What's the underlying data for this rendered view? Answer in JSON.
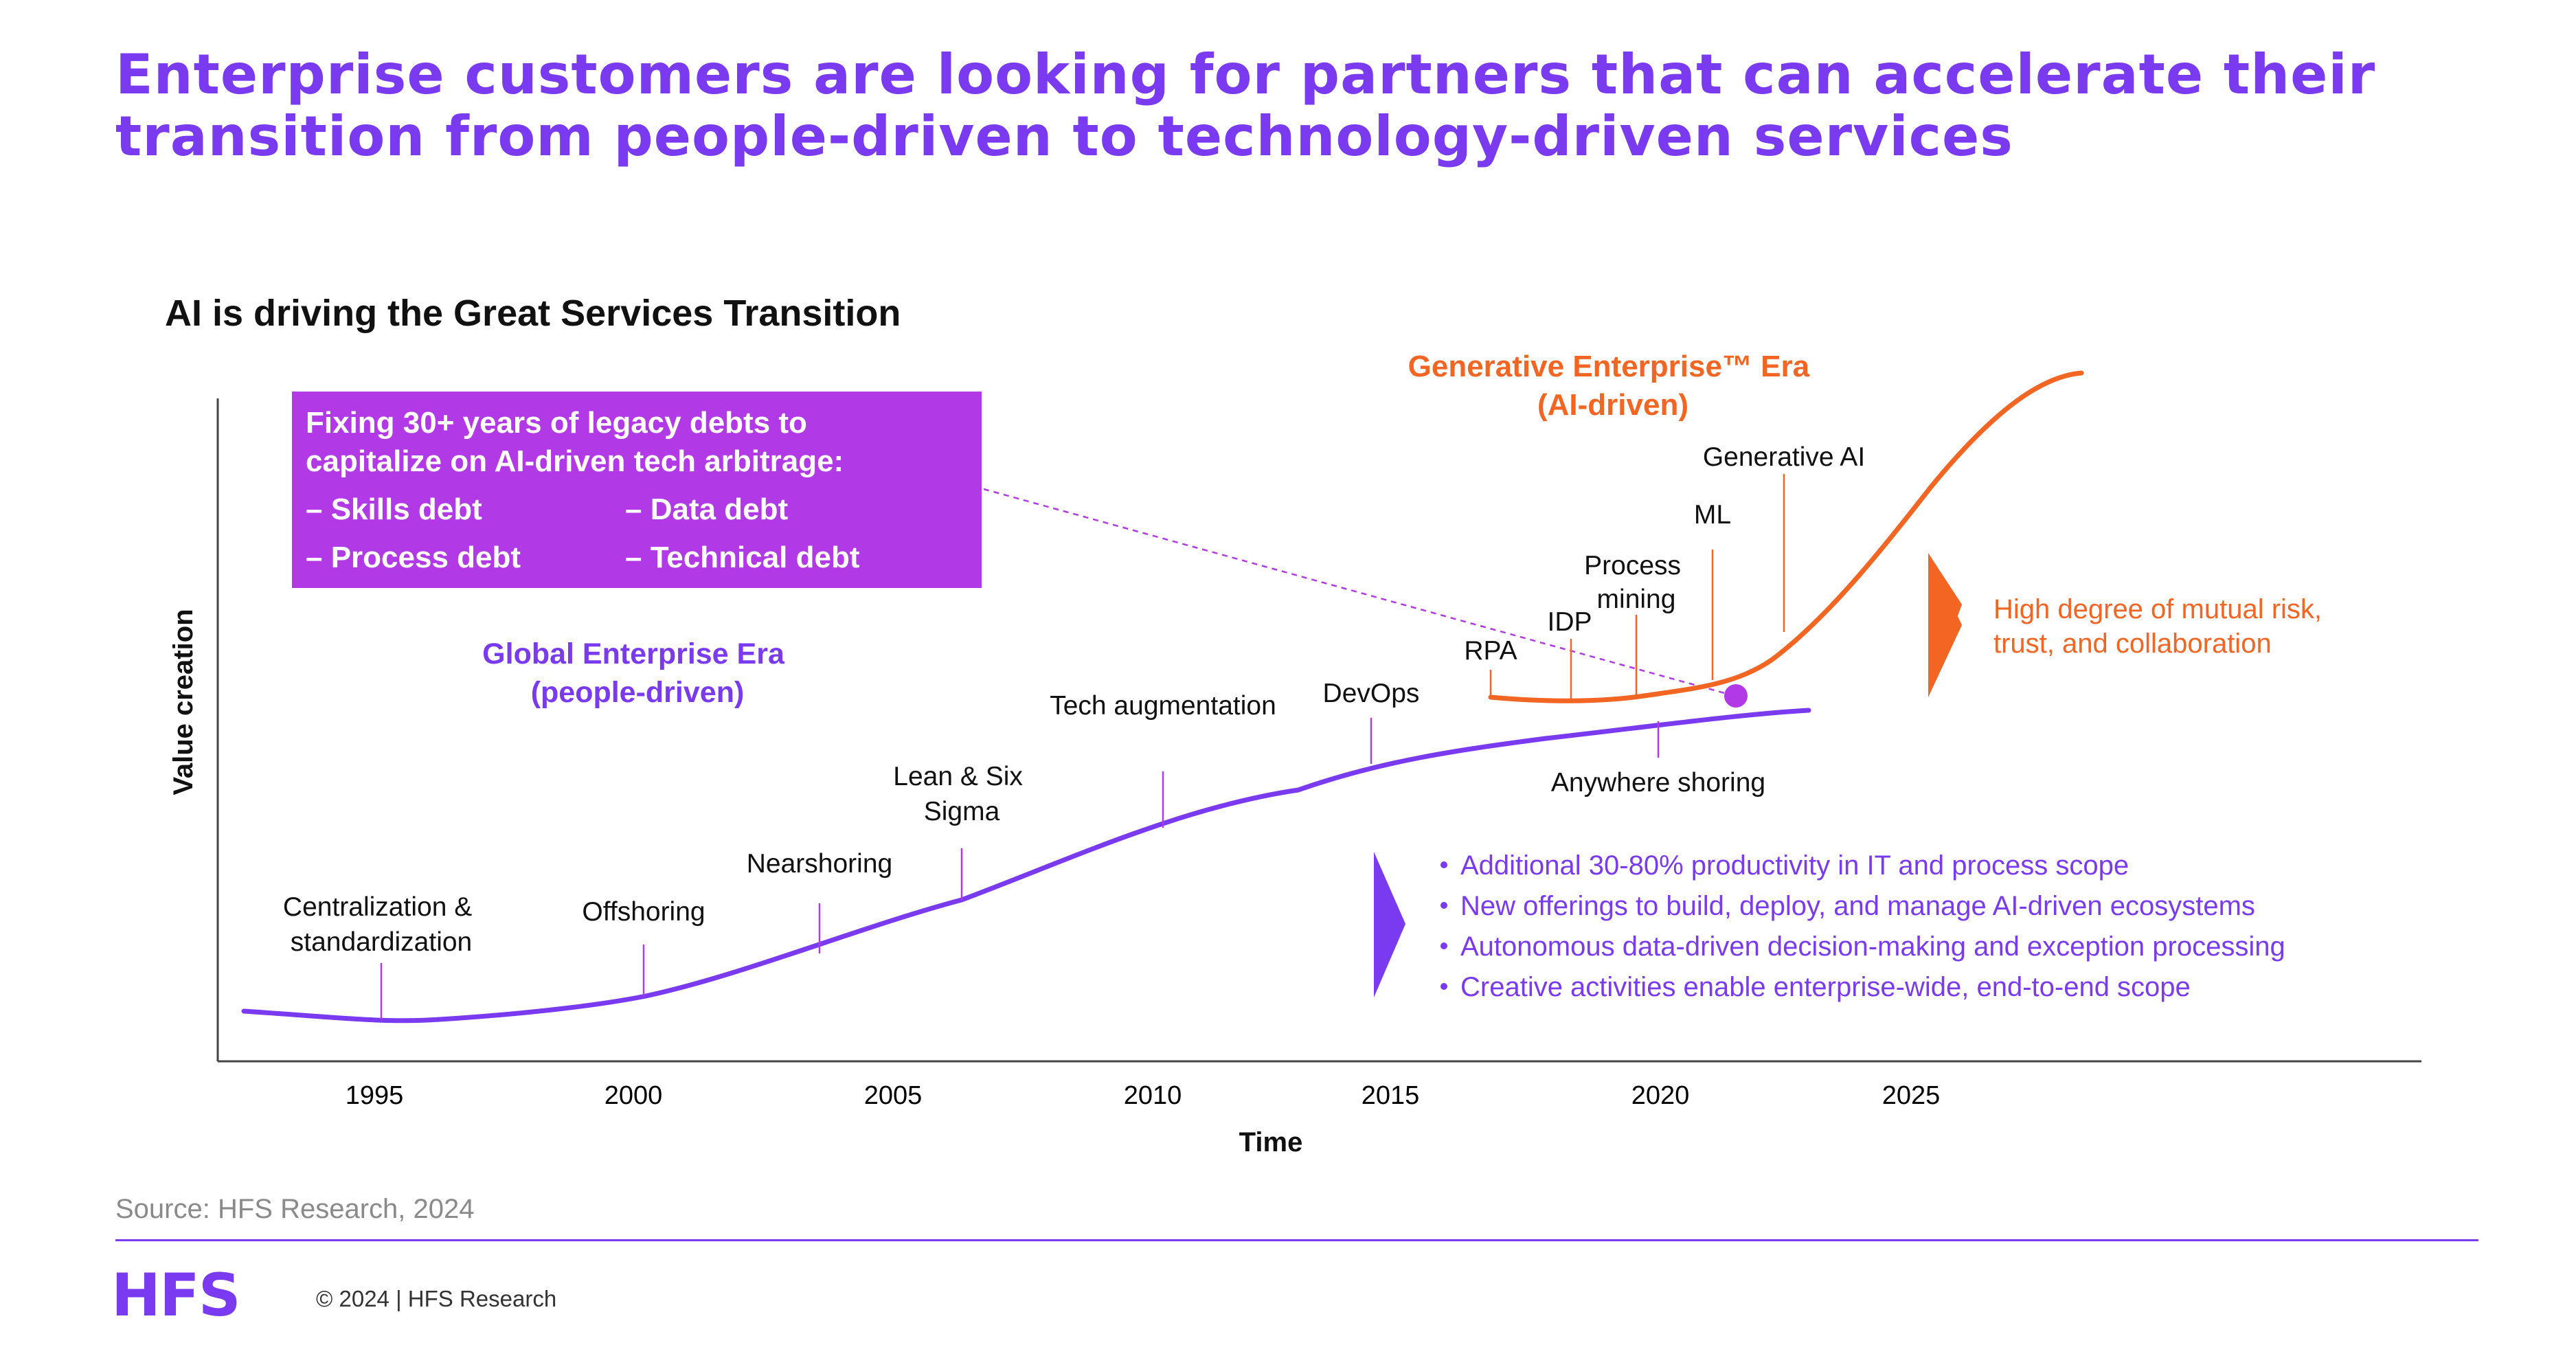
{
  "title": "Enterprise customers are looking for partners that can accelerate their transition from people-driven to technology-driven services",
  "subtitle": "AI is driving the Great Services Transition",
  "legacy_box": {
    "line1": "Fixing 30+ years of legacy debts to",
    "line2": "capitalize on AI-driven tech arbitrage:",
    "items": [
      "– Skills debt",
      "– Data debt",
      "– Process debt",
      "– Technical debt"
    ]
  },
  "axes": {
    "ylabel": "Value creation",
    "xlabel": "Time",
    "xticks": [
      "1995",
      "2000",
      "2005",
      "2010",
      "2015",
      "2020",
      "2025"
    ]
  },
  "eras": {
    "global_line1": "Global Enterprise Era",
    "global_line2": "(people-driven)",
    "generative_line1": "Generative Enterprise™ Era",
    "generative_line2": "(AI-driven)"
  },
  "milestones_purple": [
    {
      "line1": "Centralization &",
      "line2": "standardization"
    },
    {
      "line1": "Offshoring",
      "line2": ""
    },
    {
      "line1": "Nearshoring",
      "line2": ""
    },
    {
      "line1": "Lean & Six",
      "line2": "Sigma"
    },
    {
      "line1": "Tech augmentation",
      "line2": ""
    },
    {
      "line1": "DevOps",
      "line2": ""
    },
    {
      "line1": "Anywhere shoring",
      "line2": ""
    }
  ],
  "milestones_orange": [
    {
      "line1": "RPA",
      "line2": ""
    },
    {
      "line1": "IDP",
      "line2": ""
    },
    {
      "line1": "Process",
      "line2": "mining"
    },
    {
      "line1": "ML",
      "line2": ""
    },
    {
      "line1": "Generative AI",
      "line2": ""
    }
  ],
  "orange_callout": {
    "line1": "High degree of mutual risk,",
    "line2": "trust, and collaboration"
  },
  "bullets": [
    "Additional 30-80% productivity in IT and process scope",
    "New offerings to build, deploy, and manage AI-driven ecosystems",
    "Autonomous data-driven decision-making and exception processing",
    "Creative activities enable enterprise-wide, end-to-end scope"
  ],
  "source": "Source: HFS Research, 2024",
  "footer": {
    "logo": "HFS",
    "copyright": "© 2024 | HFS Research"
  },
  "colors": {
    "purple": "#7a3bf0",
    "magenta_box": "#b23ae6",
    "orange": "#f26522",
    "dot": "#b23ae6"
  }
}
